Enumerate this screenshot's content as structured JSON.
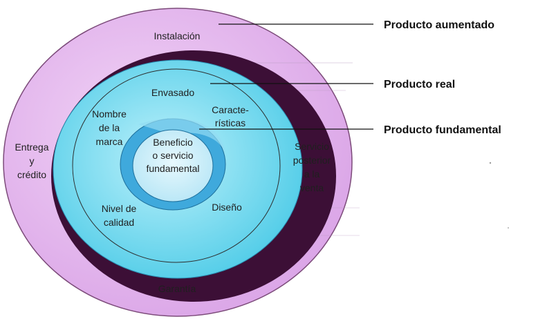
{
  "diagram": {
    "callouts": {
      "augmented": "Producto aumentado",
      "actual": "Producto real",
      "core": "Producto fundamental"
    },
    "augmented_ring": {
      "top": "Instalación",
      "left": [
        "Entrega",
        "y",
        "crédito"
      ],
      "right": [
        "Servicio",
        "posterior",
        "a la",
        "venta"
      ],
      "bottom": "Garantía"
    },
    "actual_ring": {
      "top": "Envasado",
      "top_left": [
        "Nombre",
        "de la",
        "marca"
      ],
      "top_right": [
        "Caracte-",
        "rísticas"
      ],
      "bottom_left": [
        "Nivel de",
        "calidad"
      ],
      "bottom_right": "Diseño"
    },
    "core": {
      "lines": [
        "Beneficio",
        "o servicio",
        "fundamental"
      ]
    }
  },
  "colors": {
    "outer_fill": "#e6b8ef",
    "dark_band": "#3c0f36",
    "actual_fill": "#4fd0ea",
    "core_ring": "#3fa9dc",
    "core_fill": "#c7eef9"
  }
}
